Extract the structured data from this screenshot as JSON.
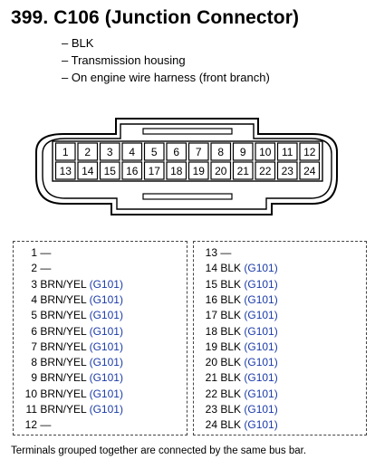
{
  "title": "399. C106 (Junction Connector)",
  "details": [
    "– BLK",
    "– Transmission housing",
    "– On engine wire harness (front branch)"
  ],
  "connector": {
    "top_row": [
      "1",
      "2",
      "3",
      "4",
      "5",
      "6",
      "7",
      "8",
      "9",
      "10",
      "11",
      "12"
    ],
    "bottom_row": [
      "13",
      "14",
      "15",
      "16",
      "17",
      "18",
      "19",
      "20",
      "21",
      "22",
      "23",
      "24"
    ]
  },
  "pinout": {
    "left": [
      {
        "pin": "1",
        "wire": "—",
        "ground": ""
      },
      {
        "pin": "2",
        "wire": "—",
        "ground": ""
      },
      {
        "pin": "3",
        "wire": "BRN/YEL",
        "ground": "(G101)"
      },
      {
        "pin": "4",
        "wire": "BRN/YEL",
        "ground": "(G101)"
      },
      {
        "pin": "5",
        "wire": "BRN/YEL",
        "ground": "(G101)"
      },
      {
        "pin": "6",
        "wire": "BRN/YEL",
        "ground": "(G101)"
      },
      {
        "pin": "7",
        "wire": "BRN/YEL",
        "ground": "(G101)"
      },
      {
        "pin": "8",
        "wire": "BRN/YEL",
        "ground": "(G101)"
      },
      {
        "pin": "9",
        "wire": "BRN/YEL",
        "ground": "(G101)"
      },
      {
        "pin": "10",
        "wire": "BRN/YEL",
        "ground": "(G101)"
      },
      {
        "pin": "11",
        "wire": "BRN/YEL",
        "ground": "(G101)"
      },
      {
        "pin": "12",
        "wire": "—",
        "ground": ""
      }
    ],
    "right": [
      {
        "pin": "13",
        "wire": "—",
        "ground": ""
      },
      {
        "pin": "14",
        "wire": "BLK",
        "ground": "(G101)"
      },
      {
        "pin": "15",
        "wire": "BLK",
        "ground": "(G101)"
      },
      {
        "pin": "16",
        "wire": "BLK",
        "ground": "(G101)"
      },
      {
        "pin": "17",
        "wire": "BLK",
        "ground": "(G101)"
      },
      {
        "pin": "18",
        "wire": "BLK",
        "ground": "(G101)"
      },
      {
        "pin": "19",
        "wire": "BLK",
        "ground": "(G101)"
      },
      {
        "pin": "20",
        "wire": "BLK",
        "ground": "(G101)"
      },
      {
        "pin": "21",
        "wire": "BLK",
        "ground": "(G101)"
      },
      {
        "pin": "22",
        "wire": "BLK",
        "ground": "(G101)"
      },
      {
        "pin": "23",
        "wire": "BLK",
        "ground": "(G101)"
      },
      {
        "pin": "24",
        "wire": "BLK",
        "ground": "(G101)"
      }
    ]
  },
  "footnote": "Terminals grouped together are connected by the same bus bar.",
  "colors": {
    "ground_ref": "#1a3aa8"
  }
}
